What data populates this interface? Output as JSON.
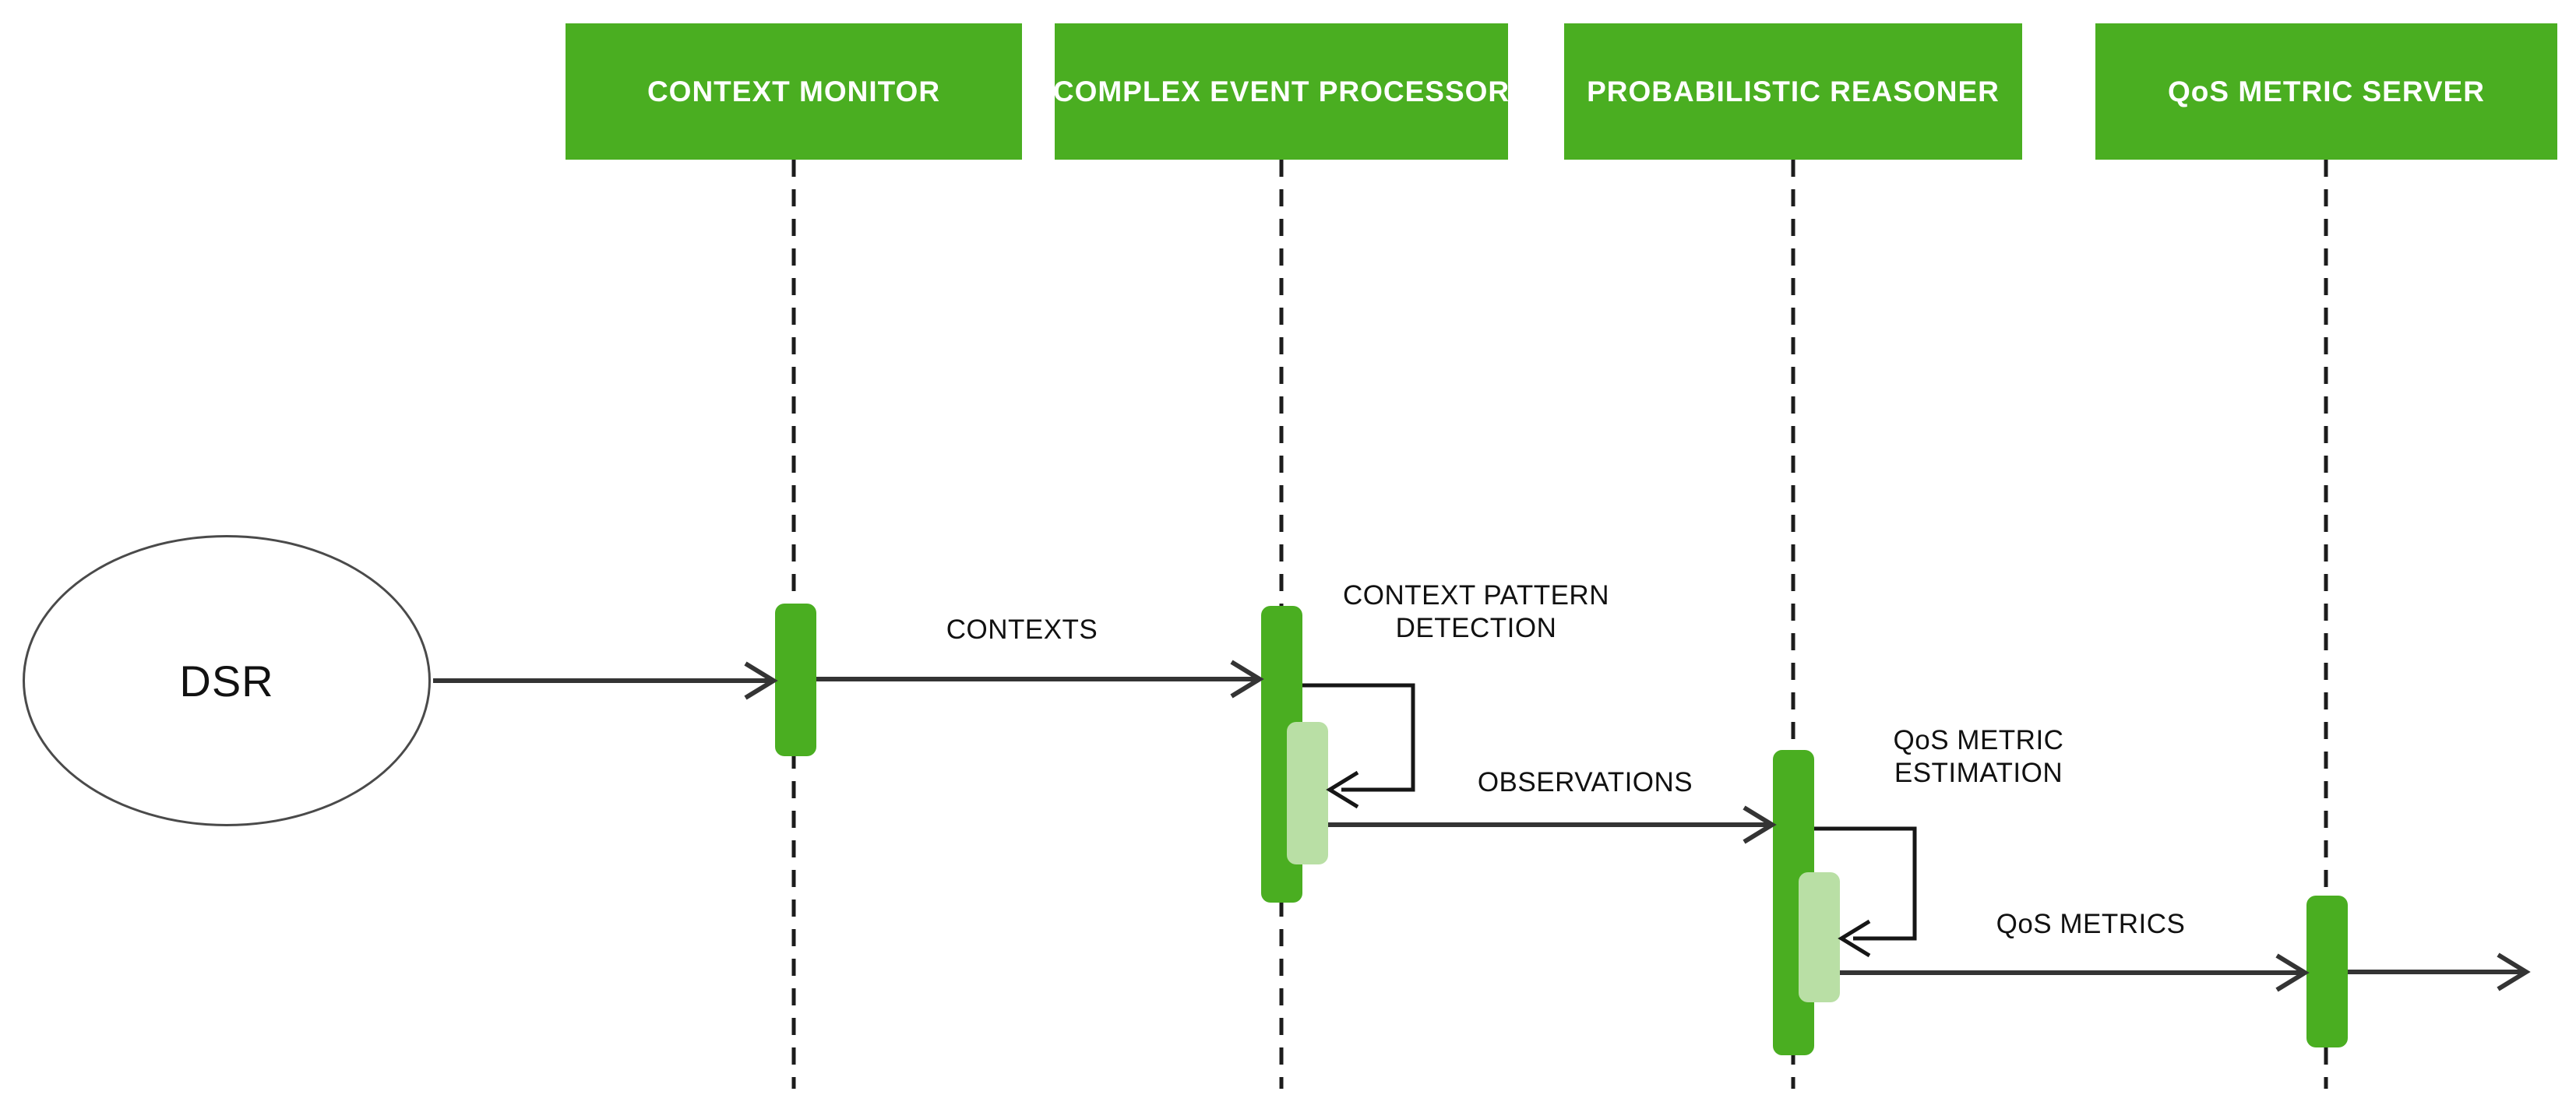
{
  "diagram": {
    "kind": "uml-sequence-diagram",
    "external_actor": {
      "label": "DSR"
    },
    "lifelines": [
      {
        "label": "CONTEXT MONITOR"
      },
      {
        "label": "COMPLEX EVENT PROCESSOR"
      },
      {
        "label": "PROBABILISTIC REASONER"
      },
      {
        "label": "QoS METRIC SERVER"
      }
    ],
    "messages": [
      {
        "kind": "message",
        "from": "DSR",
        "to": "CONTEXT MONITOR"
      },
      {
        "kind": "message",
        "from": "CONTEXT MONITOR",
        "to": "COMPLEX EVENT PROCESSOR",
        "label": "CONTEXTS"
      },
      {
        "kind": "self-message",
        "on": "COMPLEX EVENT PROCESSOR",
        "lines": [
          "CONTEXT PATTERN",
          "DETECTION"
        ]
      },
      {
        "kind": "message",
        "from": "COMPLEX EVENT PROCESSOR",
        "to": "PROBABILISTIC REASONER",
        "label": "OBSERVATIONS"
      },
      {
        "kind": "self-message",
        "on": "PROBABILISTIC REASONER",
        "lines": [
          "QoS METRIC",
          "ESTIMATION"
        ]
      },
      {
        "kind": "message",
        "from": "PROBABILISTIC REASONER",
        "to": "QoS METRIC SERVER",
        "label": "QoS METRICS"
      },
      {
        "kind": "message-out",
        "from": "QoS METRIC SERVER"
      }
    ],
    "colors": {
      "actor_fill": "#4aae21",
      "activation_fill": "#4aae21",
      "nested_activation_fill": "#b9dfa5",
      "actor_text": "#ffffff",
      "label_text": "#111111",
      "line": "#2f2f2f",
      "background": "#ffffff"
    }
  }
}
